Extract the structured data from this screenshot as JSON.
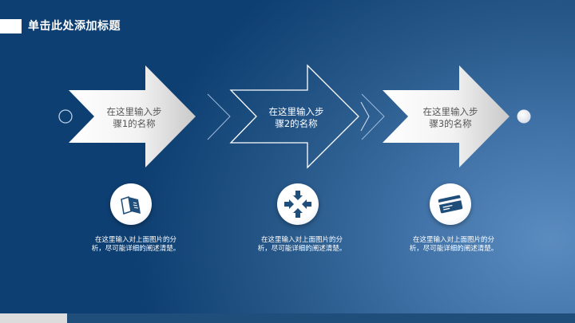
{
  "slide": {
    "title": "单击此处添加标题",
    "colors": {
      "background_dark": "#0e3f72",
      "background_light": "#5b8cc0",
      "arrow_fill": "#ffffff",
      "icon_color": "#1f4e7a",
      "footer_light": "#dcdcdc",
      "footer_dark": "#204e7b"
    },
    "steps": [
      {
        "label_line1": "在这里输入步",
        "label_line2": "骤1的名称",
        "style": "filled",
        "icon": "book-icon",
        "desc_line1": "在这里输入对上面图片的分",
        "desc_line2": "析，尽可能详细的阐述清楚。"
      },
      {
        "label_line1": "在这里输入步",
        "label_line2": "骤2的名称",
        "style": "outline",
        "icon": "four-arrows-inward-icon",
        "desc_line1": "在这里输入对上面图片的分",
        "desc_line2": "析，尽可能详细的阐述清楚。"
      },
      {
        "label_line1": "在这里输入步",
        "label_line2": "骤3的名称",
        "style": "filled",
        "icon": "credit-card-icon",
        "desc_line1": "在这里输入对上面图片的分",
        "desc_line2": "析，尽可能详细的阐述清楚。"
      }
    ],
    "start_marker": "hollow-circle-icon",
    "end_marker": "solid-circle-icon"
  }
}
